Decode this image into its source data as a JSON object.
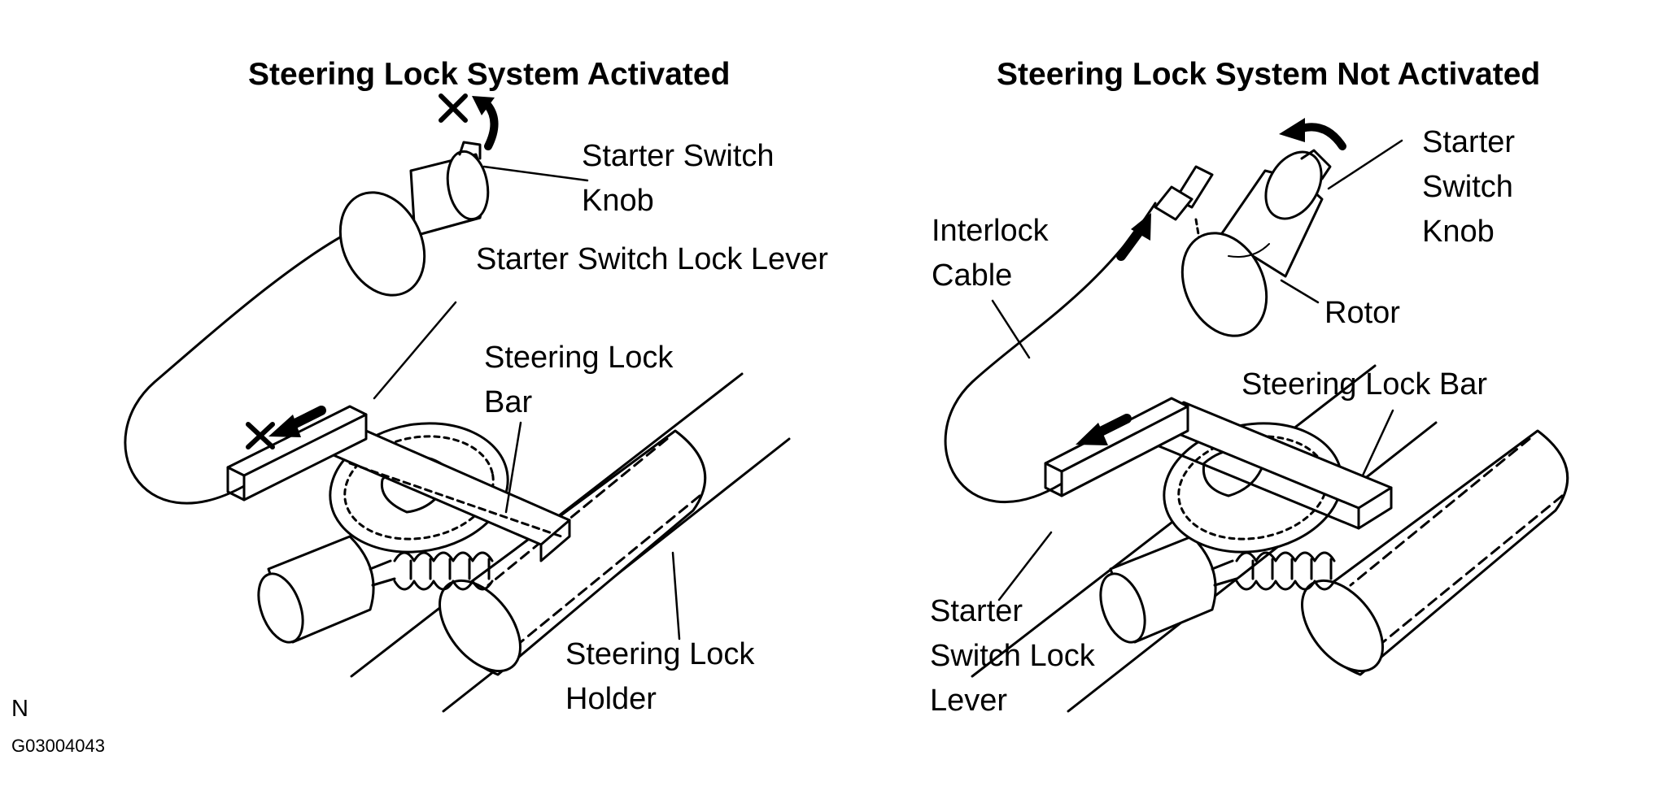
{
  "left_panel": {
    "title": "Steering Lock System Activated",
    "labels": {
      "starter_switch_knob": "Starter Switch\nKnob",
      "starter_switch_lock_lever": "Starter Switch Lock Lever",
      "steering_lock_bar": "Steering Lock\nBar",
      "steering_lock_holder": "Steering Lock\nHolder"
    }
  },
  "right_panel": {
    "title": "Steering Lock System Not Activated",
    "labels": {
      "starter_switch_knob": "Starter\nSwitch\nKnob",
      "interlock_cable": "Interlock\nCable",
      "rotor": "Rotor",
      "steering_lock_bar": "Steering Lock Bar",
      "starter_switch_lock_lever": "Starter\nSwitch Lock\nLever"
    }
  },
  "footer": {
    "code": "N",
    "figure_id": "G03004043"
  }
}
